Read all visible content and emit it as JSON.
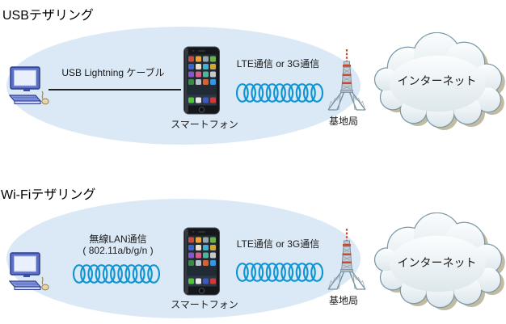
{
  "diagram_title": "tethering-network-diagram",
  "colors": {
    "background": "#ffffff",
    "network_ellipse": "#dbe9f6",
    "wave_blue": "#1095d2",
    "cloud_border": "#7c99a8",
    "cloud_shadow": "#b3ab8c",
    "cable_black": "#222222",
    "tower_red": "#c84a30",
    "text": "#1a1a1a"
  },
  "icons": {
    "computer": "desktop-computer-icon",
    "smartphone": "smartphone-icon",
    "radio_wave": "radio-wave-icon",
    "base_station": "base-station-tower-icon",
    "cloud": "internet-cloud-shape"
  },
  "sections": [
    {
      "title": "USBテザリング",
      "link_label": "USB Lightning ケーブル",
      "phone_label": "スマートフォン",
      "wan_label": "LTE通信 or 3G通信",
      "tower_label": "基地局",
      "cloud_label": "インターネット"
    },
    {
      "title": "Wi-Fiテザリング",
      "link_label": "無線LAN通信",
      "link_sublabel": "( 802.11a/b/g/n )",
      "phone_label": "スマートフォン",
      "wan_label": "LTE通信 or 3G通信",
      "tower_label": "基地局",
      "cloud_label": "インターネット"
    }
  ]
}
